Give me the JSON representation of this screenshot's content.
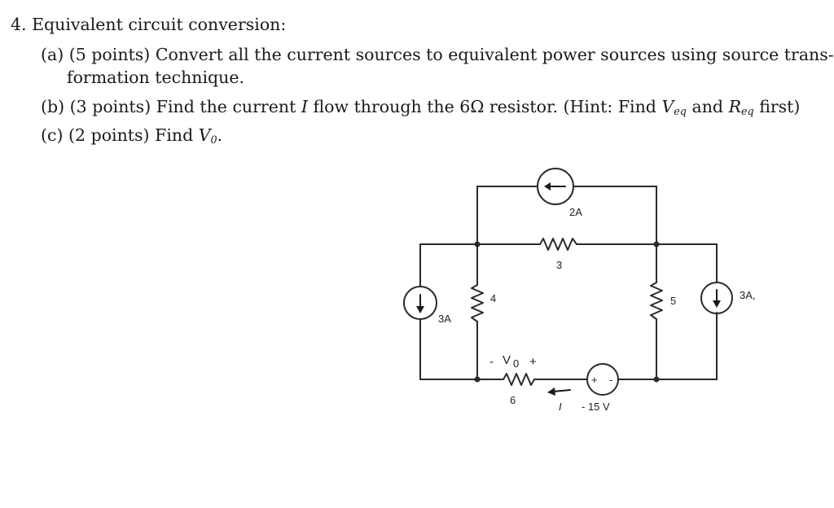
{
  "problem": {
    "heading": "4. Equivalent circuit conversion:",
    "a": {
      "marker": "(a)",
      "points": "(5 points)",
      "line1": "Convert all the current sources to equivalent power sources using source trans-",
      "line2": "formation technique."
    },
    "b": {
      "marker": "(b)",
      "points": "(3 points)",
      "text1": "Find the current",
      "var_i": "I",
      "text2": "flow through the 6Ω resistor. (Hint: Find",
      "veq_base": "V",
      "veq_sub": "eq",
      "and": "and",
      "req_base": "R",
      "req_sub": "eq",
      "text3": "first)"
    },
    "c": {
      "marker": "(c)",
      "points": "(2 points)",
      "text1": "Find",
      "vo_base": "V",
      "vo_sub": "0",
      "period": "."
    }
  },
  "circuit": {
    "top_source_label": "2A",
    "r3_label": "3",
    "r4_label": "4",
    "r5_label": "5",
    "r6_label": "6",
    "left_source_label": "3A",
    "right_source_label": "3A,",
    "vo_minus": "-",
    "vo_label": "V",
    "vo_sub": "0",
    "vo_plus": "+",
    "current_label": "I",
    "voltage_source_label": "- 15 V",
    "vsrc_plus": "+",
    "vsrc_minus": "-"
  }
}
